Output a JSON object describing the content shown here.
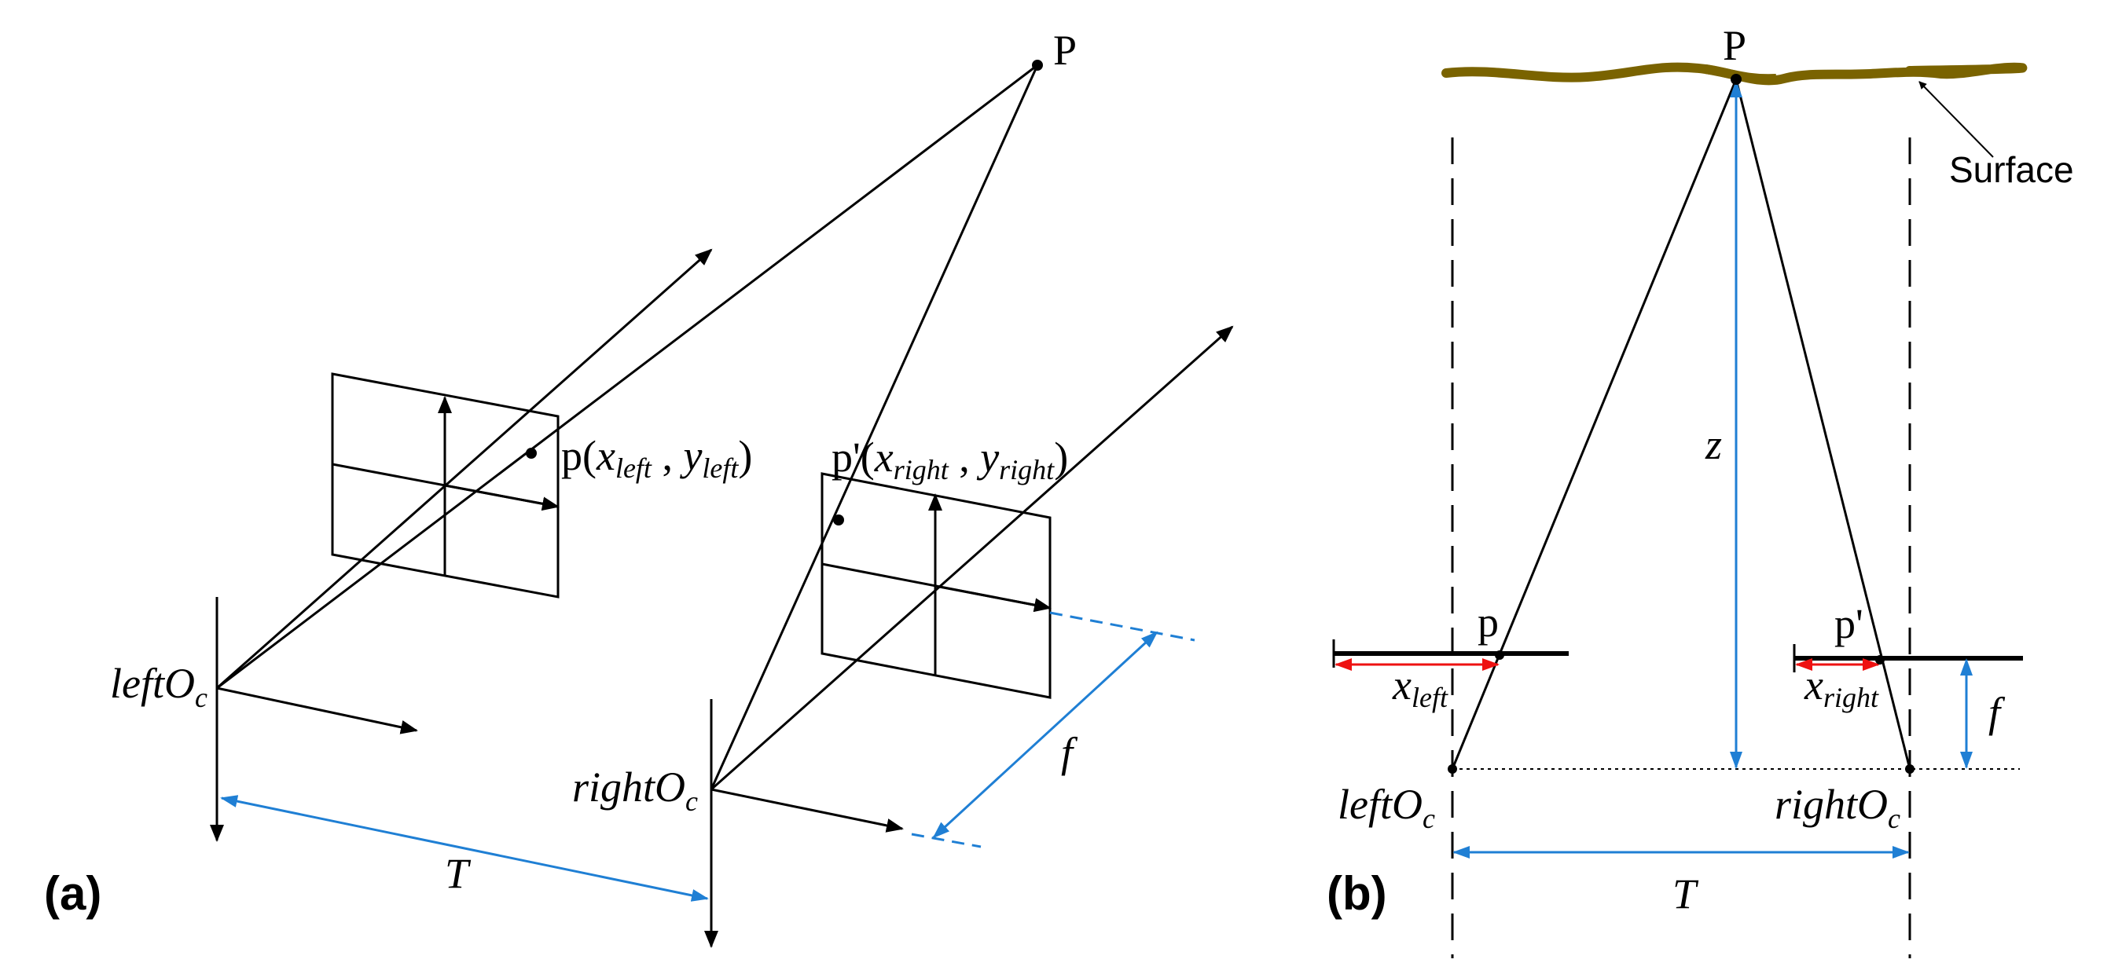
{
  "panel_a": {
    "label": "(a)",
    "point_P": "P",
    "point_p": "p(",
    "x_left_x": "x",
    "x_left_sub": "left",
    "comma": " , ",
    "y_left_y": "y",
    "y_left_sub": "left",
    "close_paren": ")",
    "point_p_prime": "p'(",
    "x_right_x": "x",
    "x_right_sub": "right",
    "y_right_y": "y",
    "y_right_sub": "right",
    "left_origin_main": "leftO",
    "left_origin_sub": "c",
    "right_origin_main": "rightO",
    "right_origin_sub": "c",
    "baseline": "T",
    "focal": "f"
  },
  "panel_b": {
    "label": "(b)",
    "point_P": "P",
    "surface": "Surface",
    "depth": "z",
    "point_p": "p",
    "point_p_prime": "p'",
    "x_left_x": "x",
    "x_left_sub": "left",
    "x_right_x": "x",
    "x_right_sub": "right",
    "focal": "f",
    "left_origin_main": "leftO",
    "left_origin_sub": "c",
    "right_origin_main": "rightO",
    "right_origin_sub": "c",
    "baseline": "T"
  },
  "colors": {
    "line": "#000000",
    "blue_dimension": "#1f7fd4",
    "red_offset": "#ee1111",
    "surface": "#7a6300"
  }
}
